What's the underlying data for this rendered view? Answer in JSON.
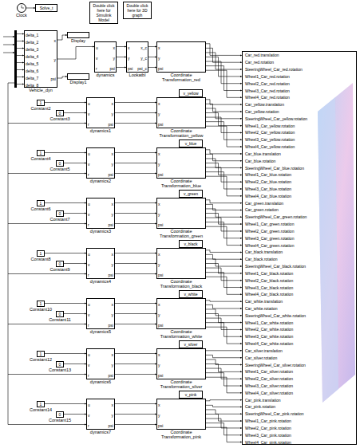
{
  "diagram": {
    "nodes": [
      {
        "text": [
          "Clock"
        ]
      },
      {
        "text": [
          "Solve_t"
        ]
      },
      {
        "text": [
          "Double click here for Simulink Model"
        ]
      },
      {
        "text": [
          "Double click here for 3D graph"
        ]
      },
      {
        "text": [
          "Vehicle_dyn",
          "delta_1",
          "delta_2",
          "delta_3",
          "delta_4",
          "delta_5",
          "delta_6",
          "delta_7",
          "delta_8",
          "x",
          "y",
          "psi"
        ]
      },
      {
        "text": [
          "Display"
        ]
      },
      {
        "text": [
          "Display1"
        ]
      },
      {
        "text": [
          "dynamics",
          "u",
          "v",
          "r",
          "x",
          "y",
          "psi"
        ]
      },
      {
        "text": [
          "Lookatbl",
          "x",
          "y",
          "psi",
          "x_c",
          "y_c",
          "psi_c"
        ]
      },
      {
        "text": [
          "Coordinate Transformation_red",
          "x",
          "y",
          "psi"
        ]
      },
      {
        "text": [
          "Car_red.translation",
          "Car_red.rotation",
          "SteeringWheel_Car_red.rotation",
          "Wheel1_Car_red.rotation",
          "Wheel2_Car_red.rotation",
          "Wheel3_Car_red.rotation",
          "Wheel4_Car_red.rotation",
          "Car_yellow.translation",
          "Car_yellow.rotation",
          "SteeringWheel_Car_yellow.rotation",
          "Wheel1_Car_yellow.rotation",
          "Wheel2_Car_yellow.rotation",
          "Wheel3_Car_yellow.rotation",
          "Wheel4_Car_yellow.rotation",
          "Car_blue.translation",
          "Car_blue.rotation",
          "SteeringWheel_Car_blue.rotation",
          "Wheel1_Car_blue.rotation",
          "Wheel2_Car_blue.rotation",
          "Wheel3_Car_blue.rotation",
          "Wheel4_Car_blue.rotation",
          "Car_green.translation",
          "Car_green.rotation",
          "SteeringWheel_Car_green.rotation",
          "Wheel1_Car_green.rotation",
          "Wheel2_Car_green.rotation",
          "Wheel3_Car_green.rotation",
          "Wheel4_Car_green.rotation",
          "Car_black.translation",
          "Car_black.rotation",
          "SteeringWheel_Car_black.rotation",
          "Wheel1_Car_black.rotation",
          "Wheel2_Car_black.rotation",
          "Wheel3_Car_black.rotation",
          "Wheel4_Car_black.rotation",
          "Car_white.translation",
          "Car_white.rotation",
          "SteeringWheel_Car_white.rotation",
          "Wheel1_Car_white.rotation",
          "Wheel2_Car_white.rotation",
          "Wheel3_Car_white.rotation",
          "Wheel4_Car_white.rotation",
          "Car_silver.translation",
          "Car_silver.rotation",
          "SteeringWheel_Car_silver.rotation",
          "Wheel1_Car_silver.rotation",
          "Wheel2_Car_silver.rotation",
          "Wheel3_Car_silver.rotation",
          "Wheel4_Car_silver.rotation",
          "Car_pink.translation",
          "Car_pink.rotation",
          "SteeringWheel_Car_pink.rotation",
          "Wheel1_Car_pink.rotation",
          "Wheel2_Car_pink.rotation",
          "Wheel3_Car_pink.rotation",
          "Wheel4_Car_pink.rotation"
        ]
      },
      {
        "text": [
          "v_yellow"
        ]
      },
      {
        "text": [
          "1",
          "Constant2"
        ]
      },
      {
        "text": [
          "0",
          "Constant3"
        ]
      },
      {
        "text": [
          "dynamics1",
          "u",
          "v",
          "r",
          "x",
          "y",
          "psi"
        ]
      },
      {
        "text": [
          "Coordinate Transformation_yellow",
          "x",
          "y",
          "psi"
        ]
      },
      {
        "text": [
          "v_blue"
        ]
      },
      {
        "text": [
          "1",
          "Constant4"
        ]
      },
      {
        "text": [
          "0",
          "Constant5"
        ]
      },
      {
        "text": [
          "dynamics2",
          "u",
          "v",
          "r",
          "x",
          "y",
          "psi"
        ]
      },
      {
        "text": [
          "Coordinate Transformation_blue",
          "x",
          "y",
          "psi"
        ]
      },
      {
        "text": [
          "v_green"
        ]
      },
      {
        "text": [
          "1",
          "Constant6"
        ]
      },
      {
        "text": [
          "0",
          "Constant7"
        ]
      },
      {
        "text": [
          "dynamics3",
          "u",
          "v",
          "r",
          "x",
          "y",
          "psi"
        ]
      },
      {
        "text": [
          "Coordinate Transformation_green",
          "x",
          "y",
          "psi"
        ]
      },
      {
        "text": [
          "v_black"
        ]
      },
      {
        "text": [
          "1",
          "Constant8"
        ]
      },
      {
        "text": [
          "0",
          "Constant9"
        ]
      },
      {
        "text": [
          "dynamics4",
          "u",
          "v",
          "r",
          "x",
          "y",
          "psi"
        ]
      },
      {
        "text": [
          "Coordinate Transformation_black",
          "x",
          "y",
          "psi"
        ]
      },
      {
        "text": [
          "v_white"
        ]
      },
      {
        "text": [
          "1",
          "Constant10"
        ]
      },
      {
        "text": [
          "0",
          "Constant11"
        ]
      },
      {
        "text": [
          "dynamics5",
          "u",
          "v",
          "r",
          "x",
          "y",
          "psi"
        ]
      },
      {
        "text": [
          "Coordinate Transformation_white",
          "x",
          "y",
          "psi"
        ]
      },
      {
        "text": [
          "v_silver"
        ]
      },
      {
        "text": [
          "1",
          "Constant12"
        ]
      },
      {
        "text": [
          "0",
          "Constant13"
        ]
      },
      {
        "text": [
          "dynamics6",
          "u",
          "v",
          "r",
          "x",
          "y",
          "psi"
        ]
      },
      {
        "text": [
          "Coordinate Transformation_silver",
          "x",
          "y",
          "psi"
        ]
      },
      {
        "text": [
          "v_pink"
        ]
      },
      {
        "text": [
          "1",
          "Constant14"
        ]
      },
      {
        "text": [
          "0",
          "Constant15"
        ]
      },
      {
        "text": [
          "dynamics7",
          "u",
          "v",
          "r",
          "x",
          "y",
          "psi"
        ]
      },
      {
        "text": [
          "Coordinate Transformation_pink",
          "x",
          "y",
          "psi"
        ]
      }
    ],
    "edges": [
      {
        "from": 0,
        "to": 1,
        "arrow": "to"
      },
      {
        "from": 4,
        "to": 5,
        "arrow": "to"
      },
      {
        "from": 4,
        "to": 7,
        "arrow": "to"
      },
      {
        "from": 4,
        "to": 6,
        "arrow": "to"
      },
      {
        "from": 7,
        "to": 8,
        "arrow": "to"
      },
      {
        "from": 7,
        "to": 8,
        "arrow": "to"
      },
      {
        "from": 7,
        "to": 8,
        "arrow": "to"
      },
      {
        "from": 8,
        "to": 9,
        "arrow": "to"
      },
      {
        "from": 8,
        "to": 9,
        "arrow": "to"
      },
      {
        "from": 8,
        "to": 9,
        "arrow": "to"
      },
      {
        "from": 9,
        "to": 10,
        "arrow": "to"
      },
      {
        "from": 9,
        "to": 10,
        "arrow": "to"
      },
      {
        "from": 9,
        "to": 10,
        "arrow": "to"
      },
      {
        "from": 9,
        "to": 10,
        "arrow": "to"
      },
      {
        "from": 9,
        "to": 10,
        "arrow": "to"
      },
      {
        "from": 9,
        "to": 10,
        "arrow": "to"
      },
      {
        "from": 9,
        "to": 10,
        "arrow": "to"
      },
      {
        "from": 12,
        "to": 14,
        "arrow": "to"
      },
      {
        "from": 13,
        "to": 14,
        "arrow": "to"
      },
      {
        "from": 14,
        "to": 15,
        "arrow": "to"
      },
      {
        "from": 14,
        "to": 15,
        "arrow": "to"
      },
      {
        "from": 14,
        "to": 15,
        "arrow": "to"
      },
      {
        "from": 15,
        "to": 10,
        "arrow": "to"
      },
      {
        "from": 15,
        "to": 10,
        "arrow": "to"
      },
      {
        "from": 15,
        "to": 10,
        "arrow": "to"
      },
      {
        "from": 15,
        "to": 10,
        "arrow": "to"
      },
      {
        "from": 15,
        "to": 10,
        "arrow": "to"
      },
      {
        "from": 15,
        "to": 10,
        "arrow": "to"
      },
      {
        "from": 15,
        "to": 10,
        "arrow": "to"
      },
      {
        "from": 17,
        "to": 19,
        "arrow": "to"
      },
      {
        "from": 18,
        "to": 19,
        "arrow": "to"
      },
      {
        "from": 19,
        "to": 20,
        "arrow": "to"
      },
      {
        "from": 19,
        "to": 20,
        "arrow": "to"
      },
      {
        "from": 19,
        "to": 20,
        "arrow": "to"
      },
      {
        "from": 20,
        "to": 10,
        "arrow": "to"
      },
      {
        "from": 20,
        "to": 10,
        "arrow": "to"
      },
      {
        "from": 20,
        "to": 10,
        "arrow": "to"
      },
      {
        "from": 20,
        "to": 10,
        "arrow": "to"
      },
      {
        "from": 20,
        "to": 10,
        "arrow": "to"
      },
      {
        "from": 20,
        "to": 10,
        "arrow": "to"
      },
      {
        "from": 20,
        "to": 10,
        "arrow": "to"
      },
      {
        "from": 22,
        "to": 24,
        "arrow": "to"
      },
      {
        "from": 23,
        "to": 24,
        "arrow": "to"
      },
      {
        "from": 24,
        "to": 25,
        "arrow": "to"
      },
      {
        "from": 24,
        "to": 25,
        "arrow": "to"
      },
      {
        "from": 24,
        "to": 25,
        "arrow": "to"
      },
      {
        "from": 25,
        "to": 10,
        "arrow": "to"
      },
      {
        "from": 25,
        "to": 10,
        "arrow": "to"
      },
      {
        "from": 25,
        "to": 10,
        "arrow": "to"
      },
      {
        "from": 25,
        "to": 10,
        "arrow": "to"
      },
      {
        "from": 25,
        "to": 10,
        "arrow": "to"
      },
      {
        "from": 25,
        "to": 10,
        "arrow": "to"
      },
      {
        "from": 25,
        "to": 10,
        "arrow": "to"
      },
      {
        "from": 27,
        "to": 29,
        "arrow": "to"
      },
      {
        "from": 28,
        "to": 29,
        "arrow": "to"
      },
      {
        "from": 29,
        "to": 30,
        "arrow": "to"
      },
      {
        "from": 29,
        "to": 30,
        "arrow": "to"
      },
      {
        "from": 29,
        "to": 30,
        "arrow": "to"
      },
      {
        "from": 30,
        "to": 10,
        "arrow": "to"
      },
      {
        "from": 30,
        "to": 10,
        "arrow": "to"
      },
      {
        "from": 30,
        "to": 10,
        "arrow": "to"
      },
      {
        "from": 30,
        "to": 10,
        "arrow": "to"
      },
      {
        "from": 30,
        "to": 10,
        "arrow": "to"
      },
      {
        "from": 30,
        "to": 10,
        "arrow": "to"
      },
      {
        "from": 30,
        "to": 10,
        "arrow": "to"
      },
      {
        "from": 32,
        "to": 34,
        "arrow": "to"
      },
      {
        "from": 33,
        "to": 34,
        "arrow": "to"
      },
      {
        "from": 34,
        "to": 35,
        "arrow": "to"
      },
      {
        "from": 34,
        "to": 35,
        "arrow": "to"
      },
      {
        "from": 34,
        "to": 35,
        "arrow": "to"
      },
      {
        "from": 35,
        "to": 10,
        "arrow": "to"
      },
      {
        "from": 35,
        "to": 10,
        "arrow": "to"
      },
      {
        "from": 35,
        "to": 10,
        "arrow": "to"
      },
      {
        "from": 35,
        "to": 10,
        "arrow": "to"
      },
      {
        "from": 35,
        "to": 10,
        "arrow": "to"
      },
      {
        "from": 35,
        "to": 10,
        "arrow": "to"
      },
      {
        "from": 35,
        "to": 10,
        "arrow": "to"
      },
      {
        "from": 37,
        "to": 39,
        "arrow": "to"
      },
      {
        "from": 38,
        "to": 39,
        "arrow": "to"
      },
      {
        "from": 39,
        "to": 40,
        "arrow": "to"
      },
      {
        "from": 39,
        "to": 40,
        "arrow": "to"
      },
      {
        "from": 39,
        "to": 40,
        "arrow": "to"
      },
      {
        "from": 40,
        "to": 10,
        "arrow": "to"
      },
      {
        "from": 40,
        "to": 10,
        "arrow": "to"
      },
      {
        "from": 40,
        "to": 10,
        "arrow": "to"
      },
      {
        "from": 40,
        "to": 10,
        "arrow": "to"
      },
      {
        "from": 40,
        "to": 10,
        "arrow": "to"
      },
      {
        "from": 40,
        "to": 10,
        "arrow": "to"
      },
      {
        "from": 40,
        "to": 10,
        "arrow": "to"
      },
      {
        "from": 42,
        "to": 44,
        "arrow": "to"
      },
      {
        "from": 43,
        "to": 44,
        "arrow": "to"
      },
      {
        "from": 44,
        "to": 45,
        "arrow": "to"
      },
      {
        "from": 44,
        "to": 45,
        "arrow": "to"
      },
      {
        "from": 44,
        "to": 45,
        "arrow": "to"
      },
      {
        "from": 45,
        "to": 10,
        "arrow": "to"
      },
      {
        "from": 45,
        "to": 10,
        "arrow": "to"
      },
      {
        "from": 45,
        "to": 10,
        "arrow": "to"
      },
      {
        "from": 45,
        "to": 10,
        "arrow": "to"
      },
      {
        "from": 45,
        "to": 10,
        "arrow": "to"
      },
      {
        "from": 45,
        "to": 10,
        "arrow": "to"
      },
      {
        "from": 45,
        "to": 10,
        "arrow": "to"
      }
    ]
  }
}
